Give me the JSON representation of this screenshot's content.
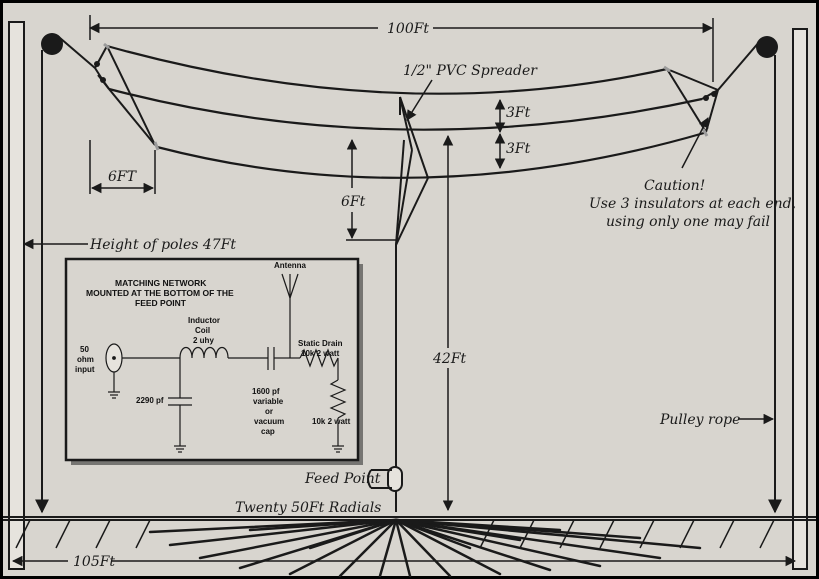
{
  "labels": {
    "span": "100Ft",
    "spreader": "1/2\" PVC Spreader",
    "gap_top": "3Ft",
    "gap_bottom": "3Ft",
    "end_width": "6FT",
    "drop": "6Ft",
    "caution_1": "Caution!",
    "caution_2": "Use 3 insulators at each end,",
    "caution_3": "using only one may fail",
    "pole_height": "Height of poles 47Ft",
    "feed_height": "42Ft",
    "pulley": "Pulley rope",
    "feed_point": "Feed Point",
    "radials": "Twenty 50Ft Radials",
    "pole_spacing": "105Ft"
  },
  "network": {
    "title_1": "MATCHING NETWORK",
    "title_2": "MOUNTED AT THE BOTTOM OF THE",
    "title_3": "FEED POINT",
    "antenna": "Antenna",
    "inductor_1": "Inductor",
    "inductor_2": "Coil",
    "inductor_3": "2 uhy",
    "input_1": "50",
    "input_2": "ohm",
    "input_3": "input",
    "static_1": "Static Drain",
    "static_2": "10k 2 watt",
    "cap_shunt": "2290 pf",
    "cap_series_1": "1600 pf",
    "cap_series_2": "variable",
    "cap_series_3": "or",
    "cap_series_4": "vacuum",
    "cap_series_5": "cap",
    "resistor_2": "10k 2 watt"
  },
  "colors": {
    "background": "#d8d5cf",
    "frame": "#000000",
    "line": "#1a1a1a",
    "insulator": "#9a9a9a"
  }
}
